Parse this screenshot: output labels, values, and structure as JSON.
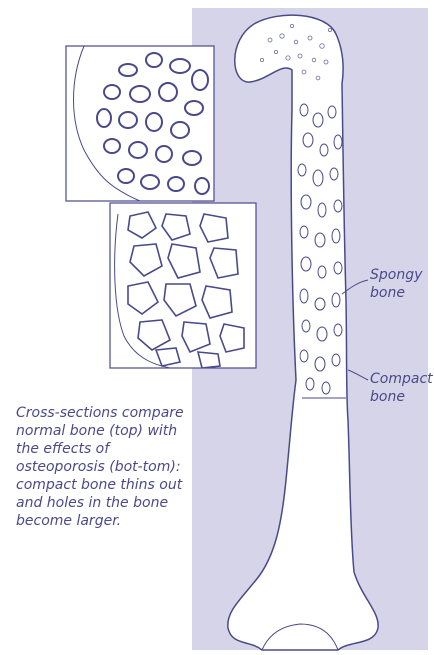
{
  "labels": {
    "spongy": "Spongy\nbone",
    "compact": "Compact\nbone"
  },
  "caption": "Cross-sections compare normal bone (top) with the effects of osteoporosis (bot-tom): compact bone thins out and holes in the bone become larger.",
  "colors": {
    "ink": "#4a4a8a",
    "panel": "#d6d4e8",
    "paper": "#ffffff"
  }
}
